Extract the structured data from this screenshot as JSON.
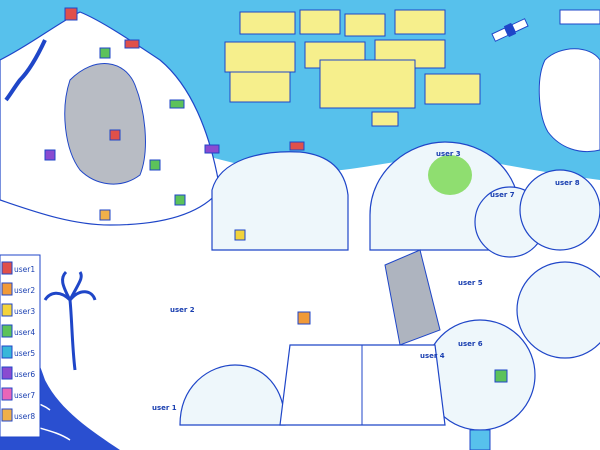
{
  "palette": {
    "sky": "#57c1ec",
    "ink": "#1f46c8",
    "sea": "#2a4fd0",
    "robot_red": "#e0504a",
    "robot_green": "#4caf50",
    "robot_purple": "#8a4bd0",
    "screen_yellow": "#f6ef8c",
    "glow_green": "#7ed957"
  },
  "legend": {
    "items": [
      {
        "label": "user1",
        "color": "#e0504a"
      },
      {
        "label": "user2",
        "color": "#f19a38"
      },
      {
        "label": "user3",
        "color": "#f3d33a"
      },
      {
        "label": "user4",
        "color": "#5cc25a"
      },
      {
        "label": "user5",
        "color": "#38b7d9"
      },
      {
        "label": "user6",
        "color": "#8a4bd0"
      },
      {
        "label": "user7",
        "color": "#e866b8"
      },
      {
        "label": "user8",
        "color": "#f0b04a"
      }
    ]
  },
  "scene_labels": {
    "user1": "user 1",
    "user2": "user 2",
    "user3": "user 3",
    "user4": "user 4",
    "user5": "user 5",
    "user6": "user 6",
    "user7": "user 7",
    "user8": "user 8"
  },
  "icons": [
    "robot-icon",
    "drone-icon",
    "satellite-icon",
    "palm-tree-icon",
    "dome-icon",
    "screen-icon"
  ]
}
